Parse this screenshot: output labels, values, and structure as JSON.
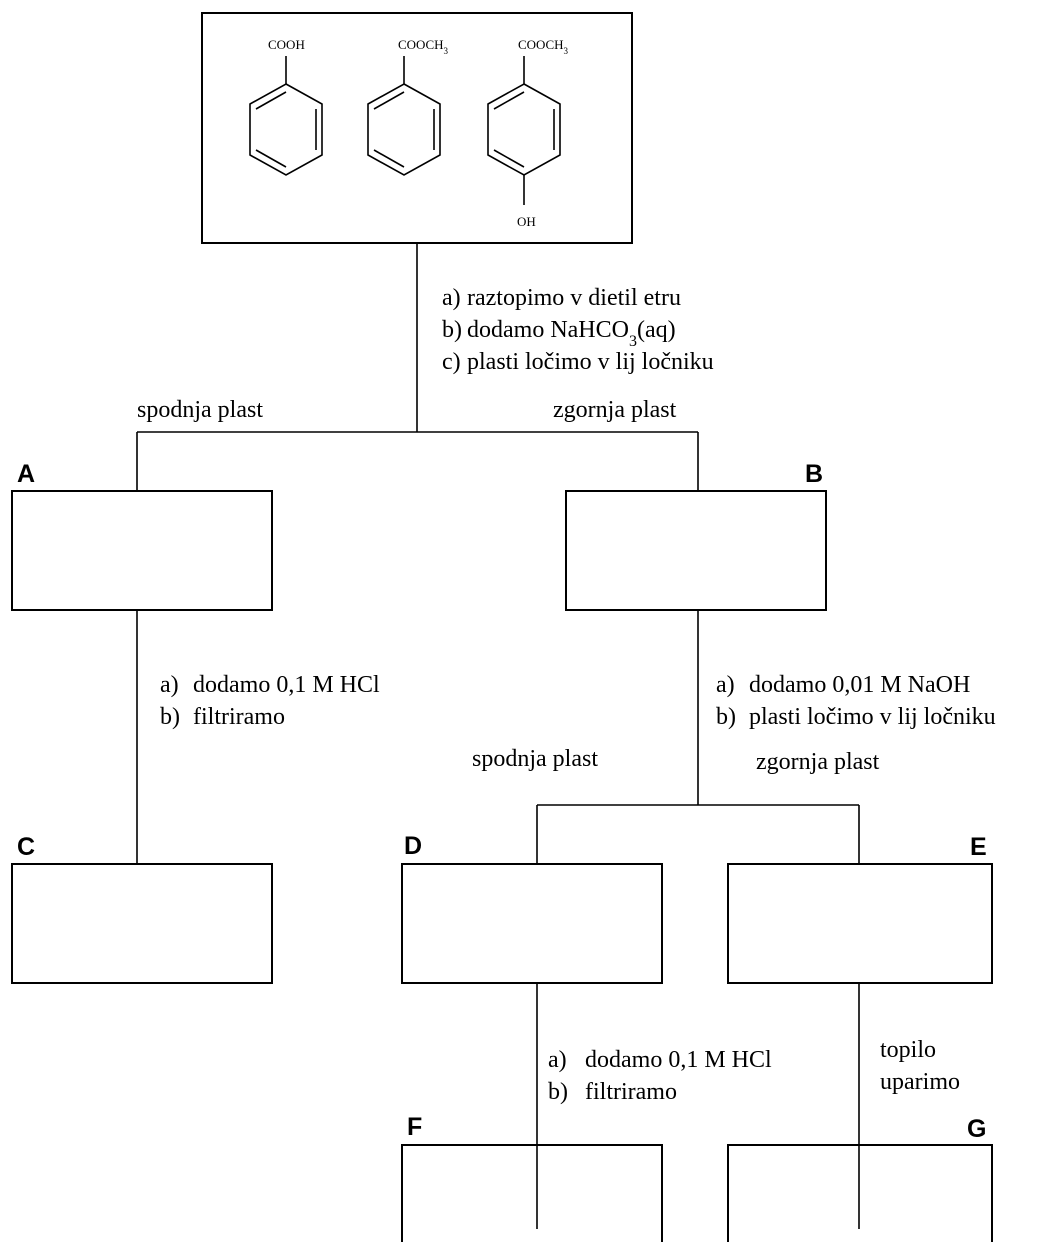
{
  "start": {
    "compounds": [
      {
        "substituent": "COOH",
        "sub_main": "COOH",
        "sub_subscript": "",
        "para": ""
      },
      {
        "substituent": "COOCH3",
        "sub_main": "COOCH",
        "sub_subscript": "3",
        "para": ""
      },
      {
        "substituent": "COOCH3",
        "sub_main": "COOCH",
        "sub_subscript": "3",
        "para": "OH"
      }
    ]
  },
  "step1": {
    "a": {
      "marker": "a)",
      "text": "raztopimo v dietil etru"
    },
    "b": {
      "marker": "b)",
      "text_pre": "dodamo NaHCO",
      "text_sub": "3",
      "text_post": "(aq)"
    },
    "c": {
      "marker": "c)",
      "text": "plasti ločimo v lij ločniku"
    }
  },
  "split1": {
    "left_layer": "spodnja plast",
    "right_layer": "zgornja plast"
  },
  "boxes": {
    "A": "A",
    "B": "B",
    "C": "C",
    "D": "D",
    "E": "E",
    "F": "F",
    "G": "G"
  },
  "stepA": {
    "a": {
      "marker": "a)",
      "text": "dodamo 0,1 M HCl"
    },
    "b": {
      "marker": "b)",
      "text": "filtriramo"
    }
  },
  "stepB": {
    "a": {
      "marker": "a)",
      "text": "dodamo 0,01 M NaOH"
    },
    "b": {
      "marker": "b)",
      "text": "plasti ločimo v lij ločniku"
    }
  },
  "split2": {
    "left_layer": "spodnja plast",
    "right_layer": "zgornja plast"
  },
  "stepD": {
    "a": {
      "marker": "a)",
      "text": "dodamo 0,1 M HCl"
    },
    "b": {
      "marker": "b)",
      "text": "filtriramo"
    }
  },
  "stepE": {
    "line1": "topilo",
    "line2": "uparimo"
  }
}
